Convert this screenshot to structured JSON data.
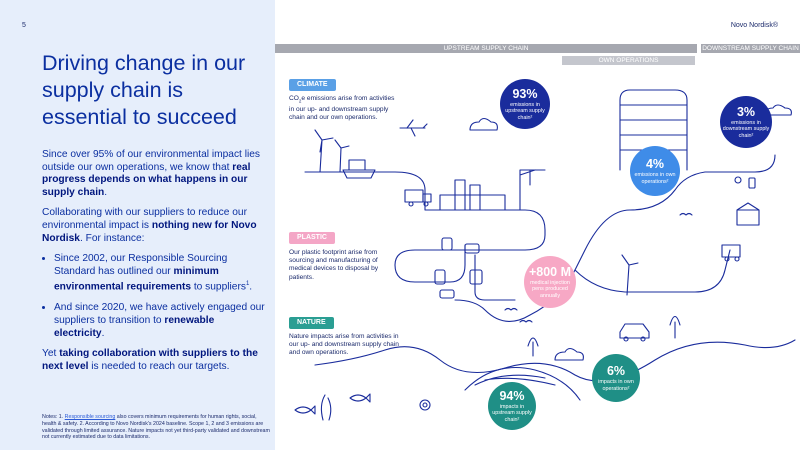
{
  "page_number": "5",
  "brand": "Novo Nordisk®",
  "title": "Driving change in our supply chain is essential to succeed",
  "intro": {
    "t1": "Since over 95% of our environmental impact lies outside our own operations, we know that ",
    "b1": "real progress depends on what happens in our supply chain",
    "t2": "."
  },
  "collab": {
    "t1": "Collaborating with our suppliers to reduce our environmental impact is ",
    "b1": "nothing new for Novo Nordisk",
    "t2": ". For instance:"
  },
  "bullets": [
    {
      "t1": "Since 2002, our Responsible Sourcing Standard has outlined our ",
      "b1": "minimum environmental requirements",
      "t2": " to suppliers",
      "sup": "1",
      "t3": "."
    },
    {
      "t1": "And since 2020, we have actively engaged our suppliers to transition to ",
      "b1": "renewable electricity",
      "t2": "."
    }
  ],
  "closing": {
    "t1": "Yet ",
    "b1": "taking collaboration with suppliers to the next level",
    "t2": " is needed to reach our targets."
  },
  "notes": {
    "lead": "Notes: 1. ",
    "link": "Responsible sourcing",
    "rest": " also covers minimum requirements for human rights, social, health & safety. 2. According to Novo Nordisk's 2024 baseline. Scope 1, 2 and 3 emissions are validated through limited assurance. Nature impacts not yet third-party validated and downstream not currently estimated due to data limitations."
  },
  "bars": {
    "upstream": "UPSTREAM SUPPLY CHAIN",
    "downstream": "DOWNSTREAM SUPPLY CHAIN",
    "own": "OWN OPERATIONS"
  },
  "sections": {
    "climate": {
      "label": "CLIMATE",
      "desc_a": "CO",
      "desc_sub": "2",
      "desc_b": "e emissions arise from activities in our up- and downstream supply chain and our own operations."
    },
    "plastic": {
      "label": "PLASTIC",
      "desc": "Our plastic footprint arise from sourcing and manufacturing of medical devices to disposal by patients."
    },
    "nature": {
      "label": "NATURE",
      "desc": "Nature impacts arise from activities in our up- and downstream supply chain and own operations."
    }
  },
  "bubbles": {
    "upstream_climate": {
      "pct": "93%",
      "cap": "emissions in upstream supply chain²"
    },
    "downstream_climate": {
      "pct": "3%",
      "cap": "emissions in downstream supply chain²"
    },
    "own_climate": {
      "pct": "4%",
      "cap": "emissions in own operations²"
    },
    "plastic": {
      "pct": "+800 M",
      "cap": "medical injection pens produced annually"
    },
    "upstream_nature": {
      "pct": "94%",
      "cap": "impacts in upstream supply chain²"
    },
    "own_nature": {
      "pct": "6%",
      "cap": "impacts in own operations²"
    }
  },
  "colors": {
    "navy": "#1a2c9c",
    "blue": "#3f8ce8",
    "teal": "#1f8f86",
    "pink": "#f7a8c5",
    "left_panel": "#e6eefb",
    "line": "#1a2c9c"
  }
}
